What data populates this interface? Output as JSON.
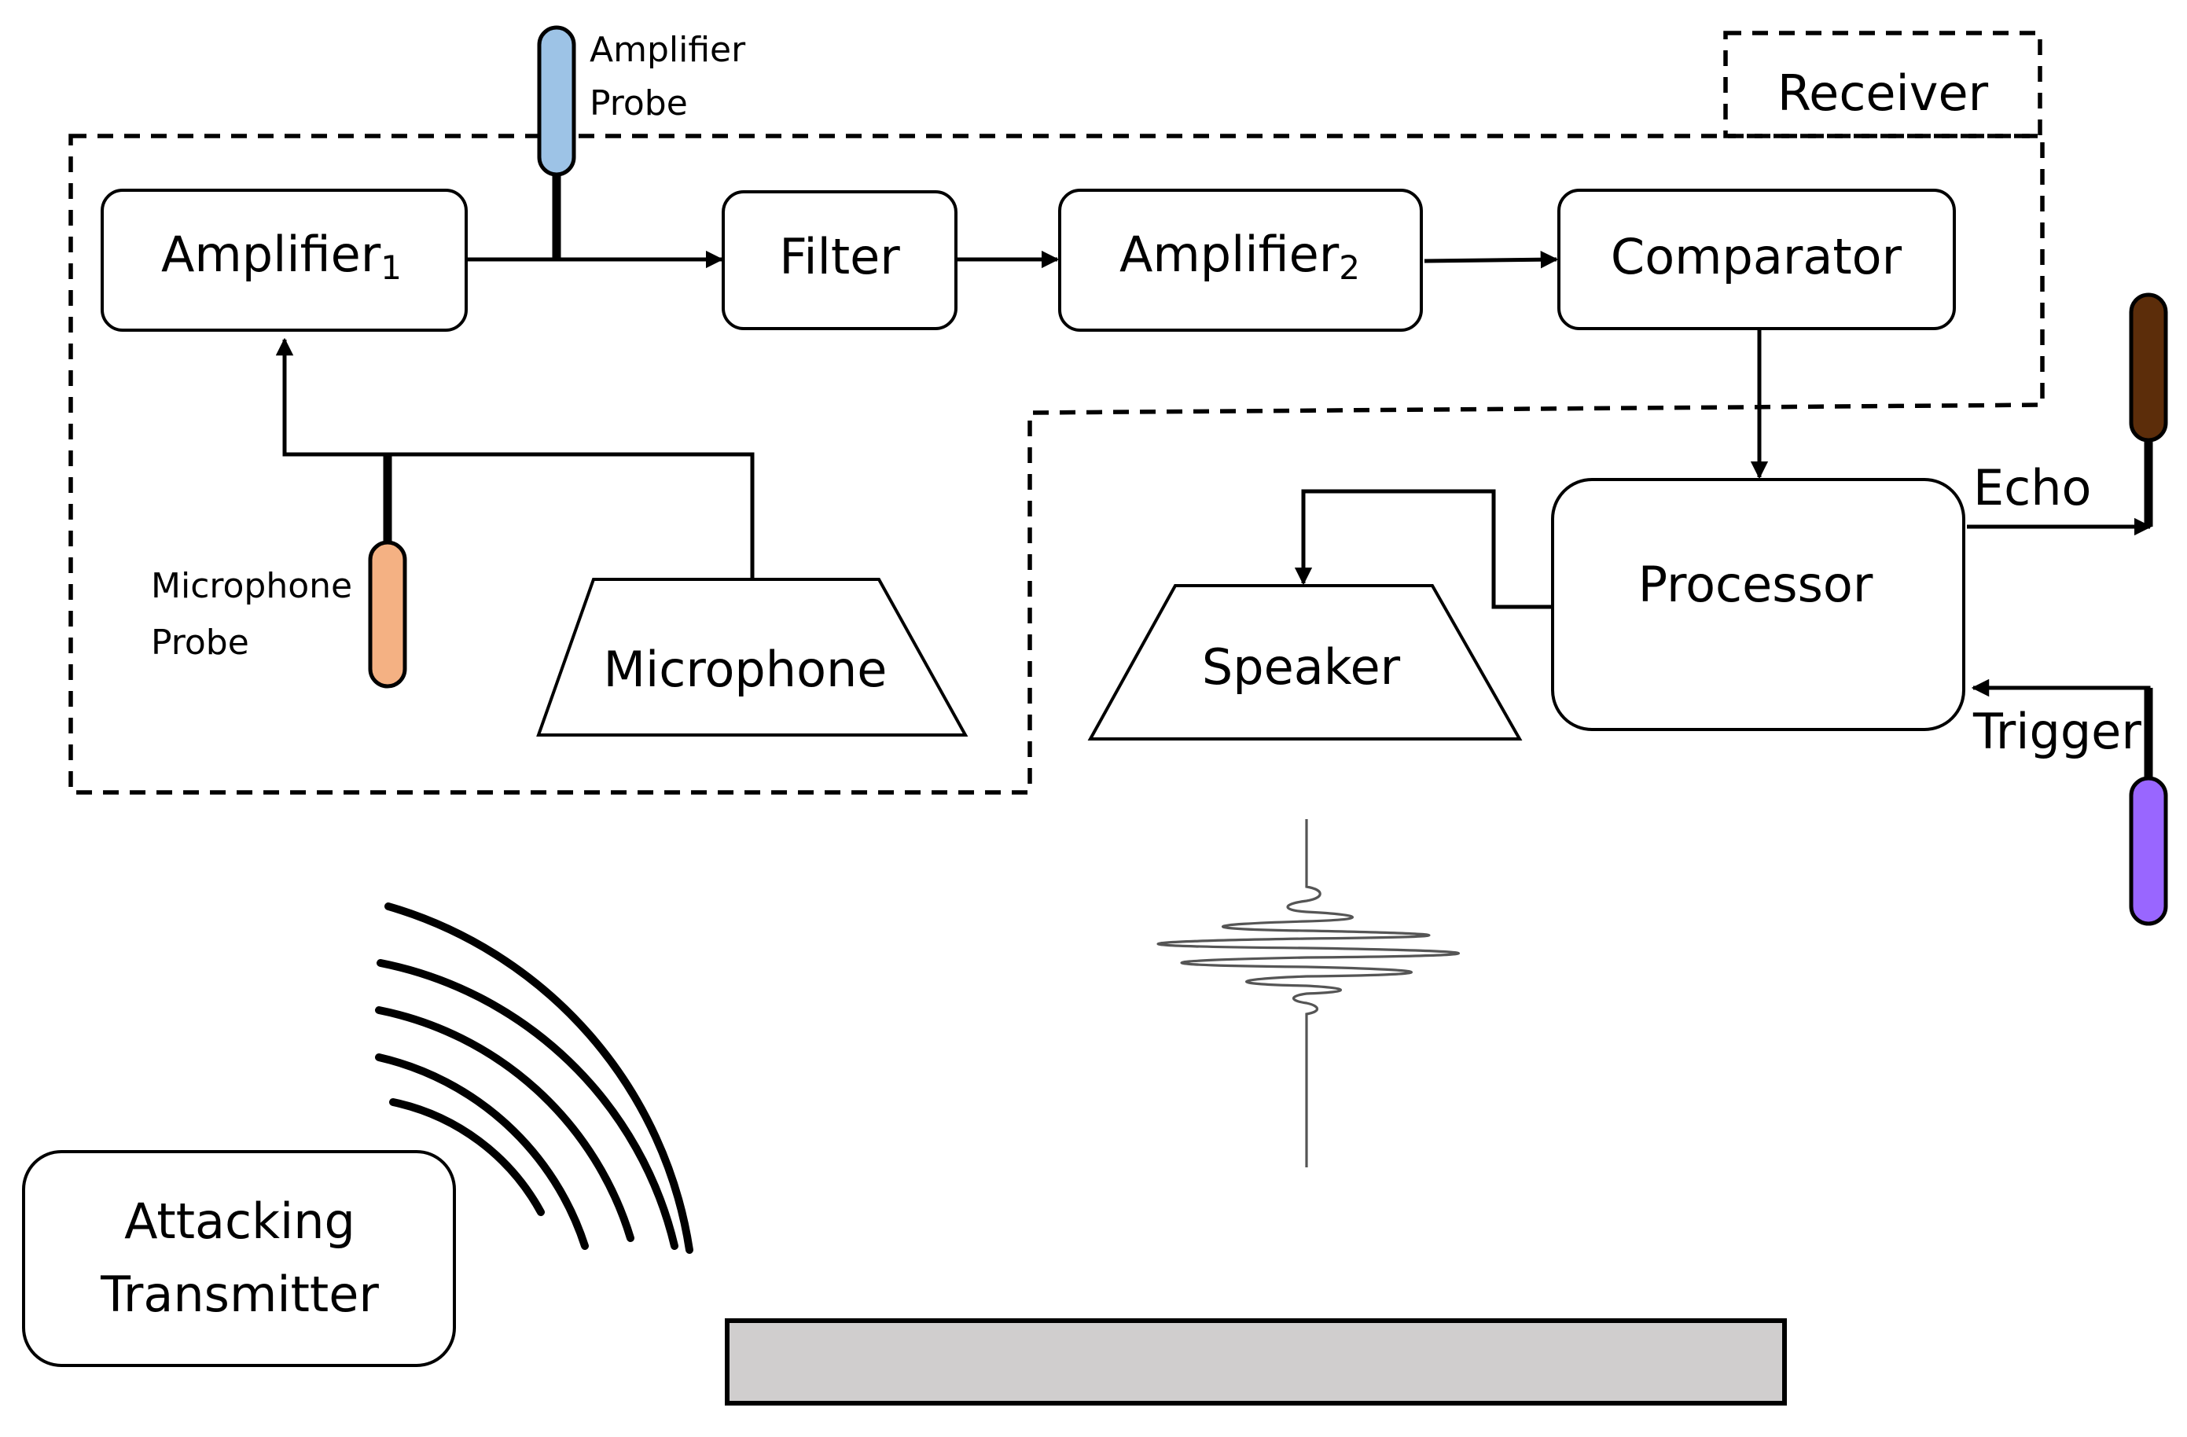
{
  "receiver_label": "Receiver",
  "blocks": {
    "amplifier1": {
      "label": "Amplifier",
      "subscript": "1"
    },
    "filter": {
      "label": "Filter"
    },
    "amplifier2": {
      "label": "Amplifier",
      "subscript": "2"
    },
    "comparator": {
      "label": "Comparator"
    },
    "microphone": {
      "label": "Microphone"
    },
    "speaker": {
      "label": "Speaker"
    },
    "processor": {
      "label": "Processor"
    },
    "attacking_transmitter": {
      "line1": "Attacking",
      "line2": "Transmitter"
    }
  },
  "probes": {
    "amplifier": {
      "line1": "Amplifier",
      "line2": "Probe",
      "color": "#9dc3e6"
    },
    "microphone": {
      "line1": "Microphone",
      "line2": "Probe",
      "color": "#f4b183"
    },
    "echo": {
      "color": "#5c2d0a"
    },
    "trigger": {
      "color": "#9966ff"
    }
  },
  "signals": {
    "echo": "Echo",
    "trigger": "Trigger"
  },
  "surface_color": "#d0cece"
}
